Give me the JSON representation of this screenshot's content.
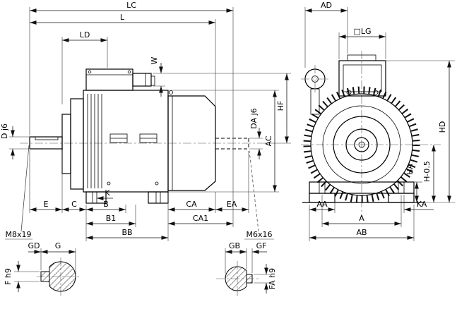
{
  "drawing": {
    "type": "electric-motor-dimension-drawing",
    "views": [
      "side-view",
      "front-view",
      "drive-shaft-key-section",
      "fan-shaft-key-section"
    ]
  },
  "labels": {
    "lc": "LC",
    "l": "L",
    "ld": "LD",
    "w": "W",
    "ad": "AD",
    "lg": "□LG",
    "d": "D j6",
    "da": "DA j6",
    "ac": "AC",
    "hf": "HF",
    "hd": "HD",
    "h": "H-0.5",
    "ha": "HA",
    "ka": "KA",
    "e": "E",
    "c": "C",
    "b": "B",
    "k": "K",
    "b1": "B1",
    "bb": "BB",
    "ca": "CA",
    "ca1": "CA1",
    "ea": "EA",
    "m8": "M8x19",
    "m6": "M6x16",
    "gd": "GD",
    "g": "G",
    "f": "F h9",
    "gb": "GB",
    "gf": "GF",
    "fa": "FA h9",
    "aa": "AA",
    "a": "A",
    "ab": "AB"
  }
}
